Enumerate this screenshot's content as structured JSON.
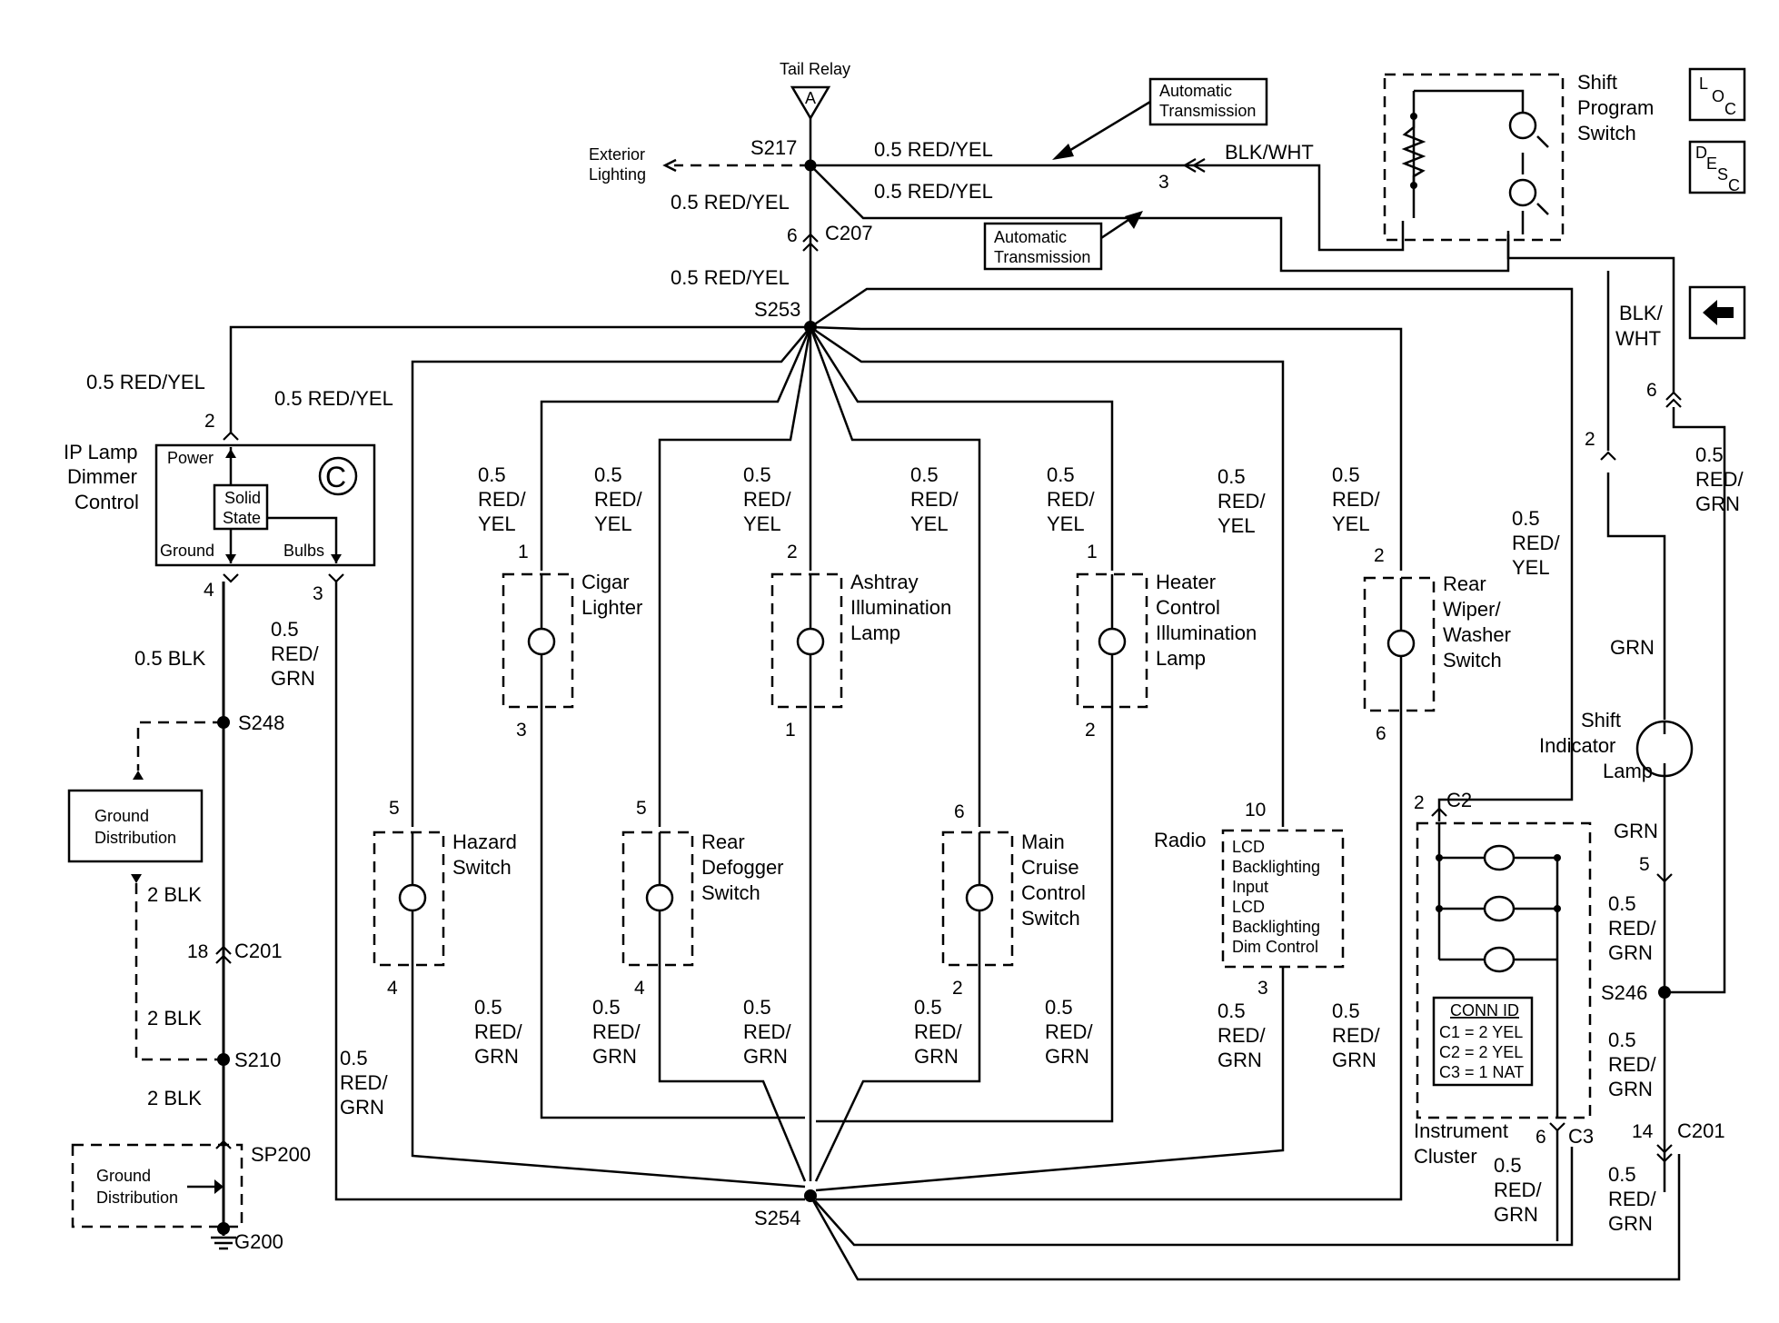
{
  "tail_relay": {
    "label": "Tail Relay",
    "symbol": "A"
  },
  "splices": {
    "s217": "S217",
    "s253": "S253",
    "s254": "S254",
    "s248": "S248",
    "s210": "S210",
    "sp200": "SP200",
    "g200": "G200",
    "s246": "S246"
  },
  "connectors": {
    "c207": "C207",
    "c201": "C201",
    "c2": "C2",
    "c3": "C3"
  },
  "exterior_lighting": [
    "Exterior",
    "Lighting"
  ],
  "auto_trans_1": [
    "Automatic",
    "Transmission"
  ],
  "auto_trans_2": [
    "Automatic",
    "Transmission"
  ],
  "wires": {
    "red_yel": "0.5 RED/YEL",
    "blk_wht": "BLK/WHT",
    "blk_wht_split": [
      "BLK/",
      "WHT"
    ],
    "red_yel_3": [
      "0.5",
      "RED/",
      "YEL"
    ],
    "red_grn_3": [
      "0.5",
      "RED/",
      "GRN"
    ],
    "blk": "0.5 BLK",
    "blk2": "2 BLK",
    "grn": "GRN"
  },
  "ip_dimmer": {
    "name": [
      "IP Lamp",
      "Dimmer",
      "Control"
    ],
    "power": "Power",
    "solid_state": [
      "Solid",
      "State"
    ],
    "ground": "Ground",
    "bulbs": "Bulbs",
    "badge": "C"
  },
  "ground_distribution": [
    "Ground",
    "Distribution"
  ],
  "components": {
    "cigar": [
      "Cigar",
      "Lighter"
    ],
    "ashtray": [
      "Ashtray",
      "Illumination",
      "Lamp"
    ],
    "heater": [
      "Heater",
      "Control",
      "Illumination",
      "Lamp"
    ],
    "rear_wiper": [
      "Rear",
      "Wiper/",
      "Washer",
      "Switch"
    ],
    "hazard": [
      "Hazard",
      "Switch"
    ],
    "rear_defogger": [
      "Rear",
      "Defogger",
      "Switch"
    ],
    "cruise": [
      "Main",
      "Cruise",
      "Control",
      "Switch"
    ],
    "radio": "Radio",
    "radio_inner": [
      "LCD",
      "Backlighting",
      "Input",
      "LCD",
      "Backlighting",
      "Dim Control"
    ],
    "shift_program": [
      "Shift",
      "Program",
      "Switch"
    ],
    "shift_indicator": [
      "Shift",
      "Indicator",
      "Lamp"
    ],
    "instrument_cluster": [
      "Instrument",
      "Cluster"
    ]
  },
  "conn_id": {
    "title": "CONN ID",
    "rows": [
      "C1 = 2 YEL",
      "C2 = 2 YEL",
      "C3 = 1 NAT"
    ]
  },
  "pins": {
    "p6": "6",
    "p2": "2",
    "p4": "4",
    "p3": "3",
    "p1": "1",
    "p5": "5",
    "p10": "10",
    "p18": "18",
    "p14": "14"
  },
  "side_icons": {
    "loc": [
      "L",
      "O",
      "C"
    ],
    "desc": [
      "D",
      "E",
      "S",
      "C"
    ]
  }
}
